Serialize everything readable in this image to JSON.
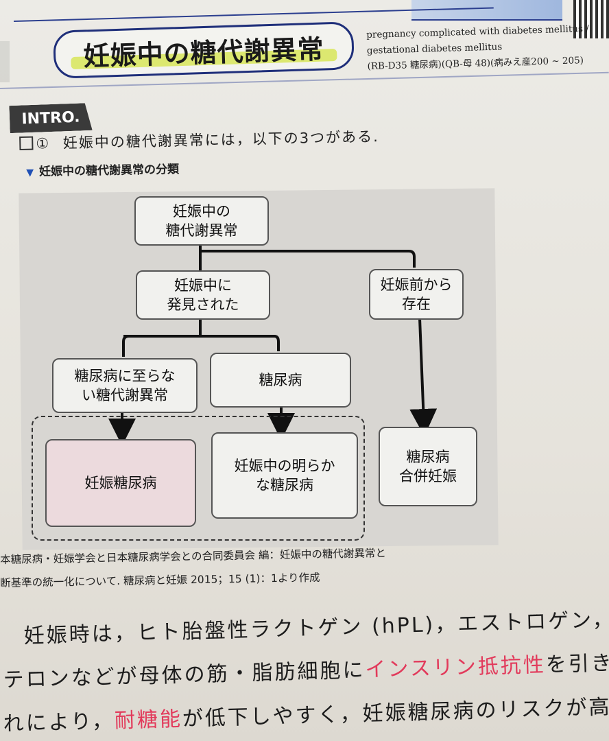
{
  "header": {
    "title": "妊娠中の糖代謝異常",
    "english": [
      "pregnancy complicated with diabetes mellitus /",
      "gestational diabetes mellitus"
    ],
    "refs": "(RB-D35 糖尿病)(QB-母 48)(病みえ産200 ~ 205)"
  },
  "intro_label": "INTRO.",
  "item": {
    "number": "①",
    "text": "妊娠中の糖代謝異常には，以下の3つがある."
  },
  "figure": {
    "caption_marker": "▼",
    "caption": "妊娠中の糖代謝異常の分類",
    "nodes": {
      "root": [
        "妊娠中の",
        "糖代謝異常"
      ],
      "found": [
        "妊娠中に",
        "発見された"
      ],
      "pre": [
        "妊娠前から",
        "存在"
      ],
      "nondm": [
        "糖尿病に至らな",
        "い糖代謝異常"
      ],
      "dm": [
        "糖尿病"
      ],
      "gdm": [
        "妊娠糖尿病"
      ],
      "overt": [
        "妊娠中の明らか",
        "な糖尿病"
      ],
      "pregdm": [
        "糖尿病",
        "合併妊娠"
      ]
    }
  },
  "source": [
    "本糖尿病・妊娠学会と日本糖尿病学会との合同委員会 編：妊娠中の糖代謝異常と",
    "断基準の統一化について. 糖尿病と妊娠 2015；15 (1)：1より作成"
  ],
  "body": {
    "line1": "妊娠時は，ヒト胎盤性ラクトゲン (hPL)，エストロゲン，",
    "line2_a": "テロンなどが母体の筋・脂肪細胞に",
    "line2_red": "インスリン抵抗性",
    "line2_b": "を引き起",
    "line3_a": "れにより，",
    "line3_red": "耐糖能",
    "line3_b": "が低下しやすく，妊娠糖尿病のリスクが高ま"
  },
  "colors": {
    "title_border": "#1f2f7a",
    "title_highlight": "#dce870",
    "accent_red": "#e23a5b",
    "caption_triangle": "#1f4fb5",
    "pink_node": "#ecdadd",
    "intro_badge": "#3a3a3a"
  }
}
